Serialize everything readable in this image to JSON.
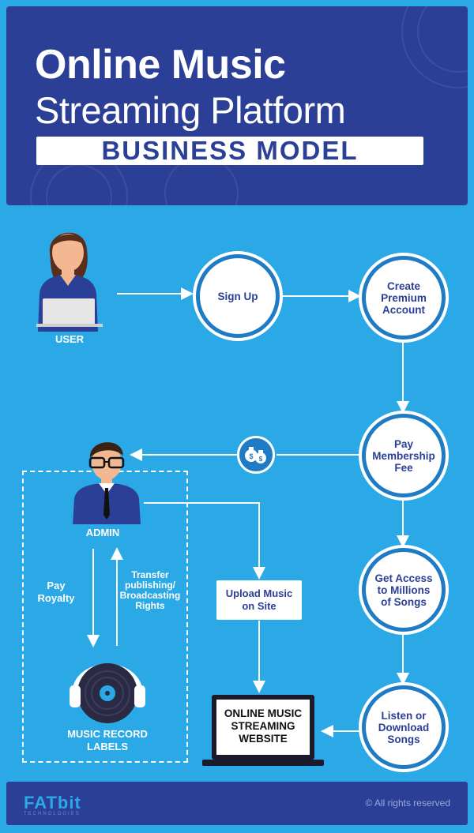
{
  "header": {
    "title_line1": "Online Music",
    "title_line2": "Streaming Platform",
    "title_banner": "BUSINESS MODEL"
  },
  "flow": {
    "user_label": "USER",
    "sign_up": "Sign Up",
    "create_premium": "Create Premium Account",
    "pay_membership": "Pay Membership Fee",
    "get_access": "Get Access to Millions of Songs",
    "listen_download": "Listen or Download Songs",
    "admin_label": "ADMIN",
    "pay_royalty": "Pay Royalty",
    "transfer_rights": "Transfer publishing/ Broadcasting Rights",
    "upload_music": "Upload Music on Site",
    "labels_label": "MUSIC RECORD LABELS",
    "website_label": "ONLINE MUSIC STREAMING WEBSITE"
  },
  "footer": {
    "brand": "FATbit",
    "brand_sub": "TECHNOLOGIES",
    "copyright": "© All rights reserved"
  },
  "colors": {
    "background": "#2aa9e6",
    "header": "#2c3f96",
    "circle_border": "#1e7bc4"
  },
  "icons": [
    "user-with-laptop-icon",
    "admin-icon",
    "money-bags-icon",
    "headphones-record-icon",
    "laptop-icon"
  ]
}
